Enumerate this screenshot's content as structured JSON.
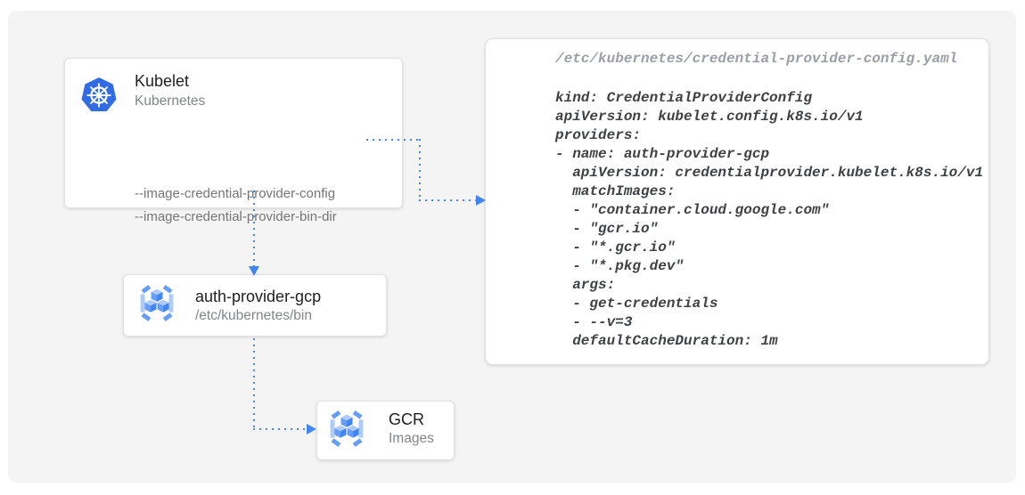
{
  "diagram": {
    "nodes": {
      "kubelet": {
        "title": "Kubelet",
        "subtitle": "Kubernetes",
        "flags": [
          "--image-credential-provider-config",
          "--image-credential-provider-bin-dir"
        ],
        "icon": "kubernetes-helm-icon"
      },
      "auth_provider": {
        "title": "auth-provider-gcp",
        "subtitle": "/etc/kubernetes/bin",
        "icon": "container-registry-icon"
      },
      "gcr": {
        "title": "GCR",
        "subtitle": "Images",
        "icon": "container-registry-icon"
      }
    },
    "edges": [
      {
        "from": "kubelet.--image-credential-provider-config",
        "to": "config-yaml-panel",
        "style": "dotted-arrow"
      },
      {
        "from": "kubelet.--image-credential-provider-bin-dir",
        "to": "auth-provider-gcp",
        "style": "dotted-arrow"
      },
      {
        "from": "auth-provider-gcp",
        "to": "gcr",
        "style": "dotted-arrow"
      }
    ],
    "colors": {
      "arrow_blue": "#4285f4",
      "kubernetes_blue": "#326ce5",
      "icon_light_blue": "#aecbfa",
      "icon_medium_blue": "#669df6",
      "icon_bright_blue": "#4285f4",
      "canvas_background": "#f4f4f5",
      "card_background": "#ffffff",
      "title_text": "#212121",
      "subtitle_text": "#80868b",
      "code_text": "#3f4245",
      "code_path_text": "#9aa0a6"
    }
  },
  "config_panel": {
    "path": "/etc/kubernetes/credential-provider-config.yaml",
    "yaml": "kind: CredentialProviderConfig\napiVersion: kubelet.config.k8s.io/v1\nproviders:\n- name: auth-provider-gcp\n  apiVersion: credentialprovider.kubelet.k8s.io/v1\n  matchImages:\n  - \"container.cloud.google.com\"\n  - \"gcr.io\"\n  - \"*.gcr.io\"\n  - \"*.pkg.dev\"\n  args:\n  - get-credentials\n  - --v=3\n  defaultCacheDuration: 1m"
  }
}
